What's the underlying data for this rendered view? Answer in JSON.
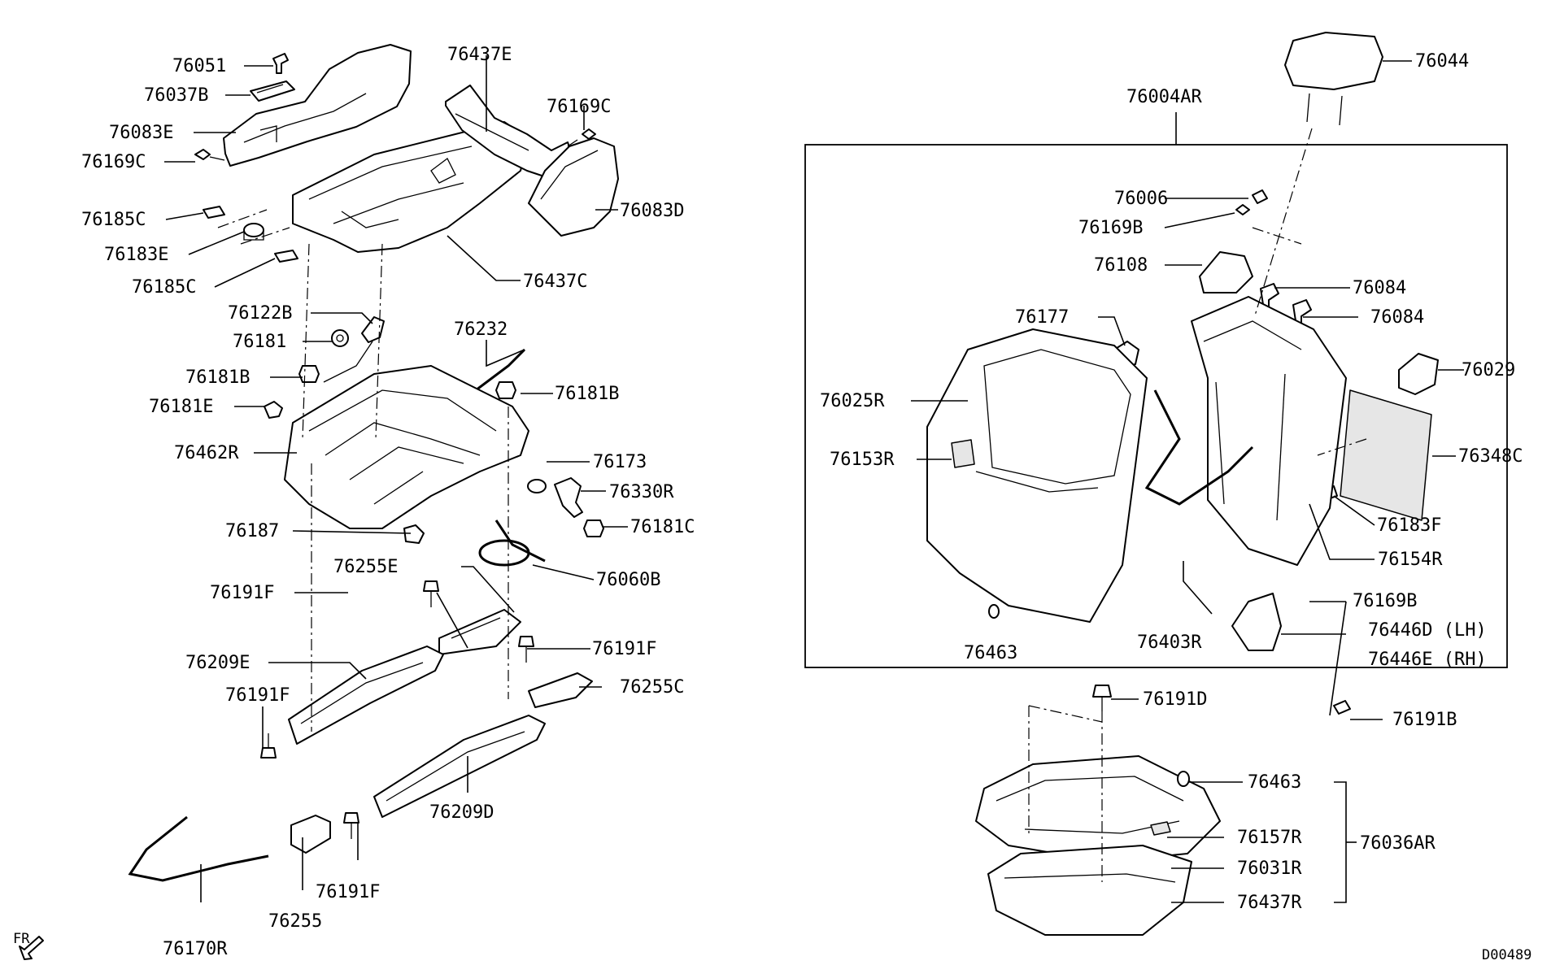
{
  "labels": {
    "p76051": "76051",
    "p76037B": "76037B",
    "p76083E": "76083E",
    "p76169C_a": "76169C",
    "p76185C_a": "76185C",
    "p76183E": "76183E",
    "p76185C_b": "76185C",
    "p76437E": "76437E",
    "p76169C_b": "76169C",
    "p76083D": "76083D",
    "p76437C": "76437C",
    "p76122B": "76122B",
    "p76181": "76181",
    "p76181B_a": "76181B",
    "p76181E": "76181E",
    "p76232": "76232",
    "p76181B_b": "76181B",
    "p76462R": "76462R",
    "p76173": "76173",
    "p76330R": "76330R",
    "p76181C": "76181C",
    "p76187": "76187",
    "p76060B": "76060B",
    "p76255E": "76255E",
    "p76191F_a": "76191F",
    "p76191F_b": "76191F",
    "p76209E": "76209E",
    "p76191F_c": "76191F",
    "p76255C": "76255C",
    "p76209D": "76209D",
    "p76191F_d": "76191F",
    "p76255": "76255",
    "p76170R": "76170R",
    "p76044": "76044",
    "p76004AR": "76004AR",
    "p76006": "76006",
    "p76169B_a": "76169B",
    "p76108": "76108",
    "p76084_a": "76084",
    "p76084_b": "76084",
    "p76177": "76177",
    "p76029": "76029",
    "p76025R": "76025R",
    "p76153R": "76153R",
    "p76348C": "76348C",
    "p76183F": "76183F",
    "p76154R": "76154R",
    "p76169B_b": "76169B",
    "p76446D": "76446D (LH)",
    "p76446E": "76446E (RH)",
    "p76403R": "76403R",
    "p76463_a": "76463",
    "p76191B": "76191B",
    "p76191D": "76191D",
    "p76463_b": "76463",
    "p76157R": "76157R",
    "p76036AR": "76036AR",
    "p76031R": "76031R",
    "p76437R": "76437R",
    "front": "FR",
    "code": "D00489"
  }
}
